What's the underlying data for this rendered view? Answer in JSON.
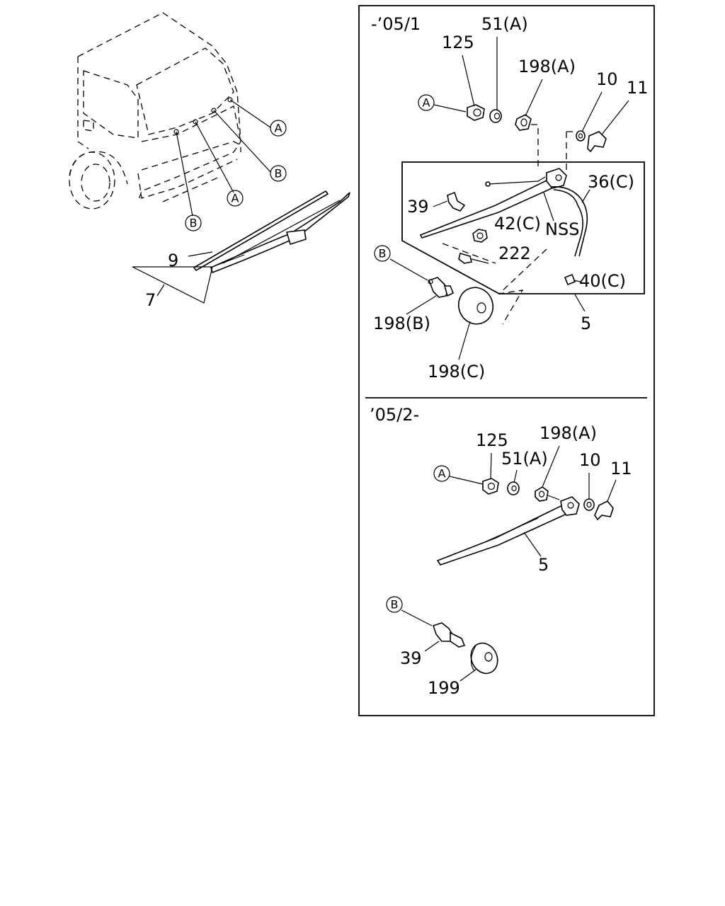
{
  "diagram": {
    "top_panel": {
      "period": "-’05/1",
      "labels": {
        "p125": "125",
        "p51a": "51(A)",
        "p198a": "198(A)",
        "p10": "10",
        "p11": "11",
        "p36c": "36(C)",
        "p39": "39",
        "p42c": "42(C)",
        "nss": "NSS",
        "p222": "222",
        "p40c": "40(C)",
        "p198b": "198(B)",
        "p5": "5",
        "p198c": "198(C)"
      },
      "callouts": {
        "a": "A",
        "b": "B"
      }
    },
    "bottom_panel": {
      "period": "’05/2-",
      "labels": {
        "p125": "125",
        "p198a": "198(A)",
        "p51a": "51(A)",
        "p10": "10",
        "p11": "11",
        "p5": "5",
        "p39": "39",
        "p199": "199"
      },
      "callouts": {
        "a": "A",
        "b": "B"
      }
    },
    "vehicle_view": {
      "labels": {
        "p9": "9",
        "p7": "7"
      },
      "callouts": [
        "A",
        "B",
        "A",
        "B"
      ]
    }
  }
}
